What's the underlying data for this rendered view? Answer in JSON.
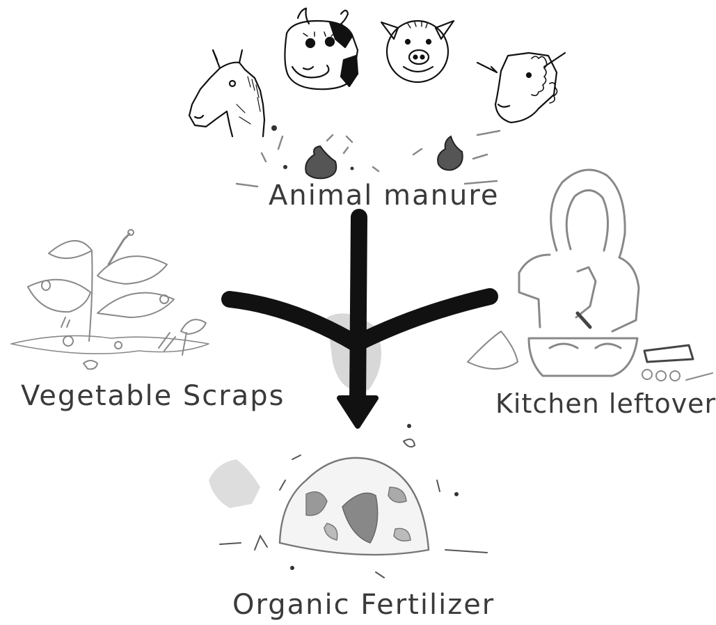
{
  "diagram": {
    "labels": {
      "animal_manure": "Animal manure",
      "vegetable_scraps": "Vegetable Scraps",
      "kitchen_leftovers": "Kitchen leftovers",
      "organic_fertilizer": "Organic Fertilizer"
    },
    "icons": [
      "horse-icon",
      "cow-icon",
      "pig-icon",
      "sheep-icon",
      "plant-icon",
      "woman-cooking-icon",
      "compost-pile-icon"
    ],
    "colors": {
      "ink": "#111111",
      "label": "#3a3a3a",
      "sketch": "#777777",
      "shade": "#cfcfcf"
    }
  }
}
